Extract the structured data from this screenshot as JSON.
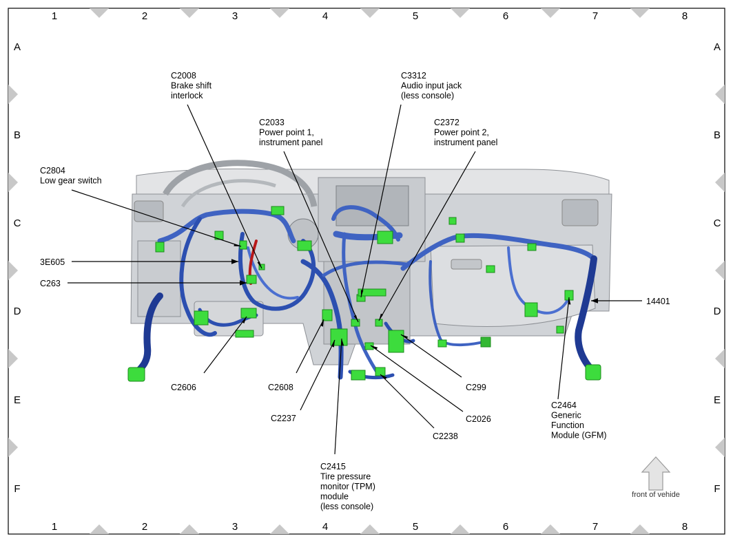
{
  "grid": {
    "columns": [
      "1",
      "2",
      "3",
      "4",
      "5",
      "6",
      "7",
      "8"
    ],
    "rows": [
      "A",
      "B",
      "C",
      "D",
      "E",
      "F"
    ]
  },
  "callouts": {
    "c2008": [
      "C2008",
      "Brake shift",
      "interlock"
    ],
    "c3312": [
      "C3312",
      "Audio input jack",
      "(less console)"
    ],
    "c2033": [
      "C2033",
      "Power point 1,",
      "instrument panel"
    ],
    "c2372": [
      "C2372",
      "Power point 2,",
      "instrument panel"
    ],
    "c2804": [
      "C2804",
      "Low gear switch"
    ],
    "3e605": [
      "3E605"
    ],
    "c263": [
      "C263"
    ],
    "14401": [
      "14401"
    ],
    "c2606": [
      "C2606"
    ],
    "c2608": [
      "C2608"
    ],
    "c299": [
      "C299"
    ],
    "c2237": [
      "C2237"
    ],
    "c2026": [
      "C2026"
    ],
    "c2238": [
      "C2238"
    ],
    "c2464": [
      "C2464",
      "Generic",
      "Function",
      "Module (GFM)"
    ],
    "c2415": [
      "C2415",
      "Tire pressure",
      "monitor (TPM)",
      "module",
      "(less console)"
    ]
  },
  "orientation": {
    "label": "front of vehide",
    "icon": "up-arrow-icon"
  },
  "colors": {
    "harness": "#3f63c2",
    "harness_dark": "#1f3a93",
    "connector": "#3ddc3d",
    "shift_wire": "#b81818",
    "panel": "#cfd2d6",
    "frame_marker": "#c8c8c8"
  }
}
